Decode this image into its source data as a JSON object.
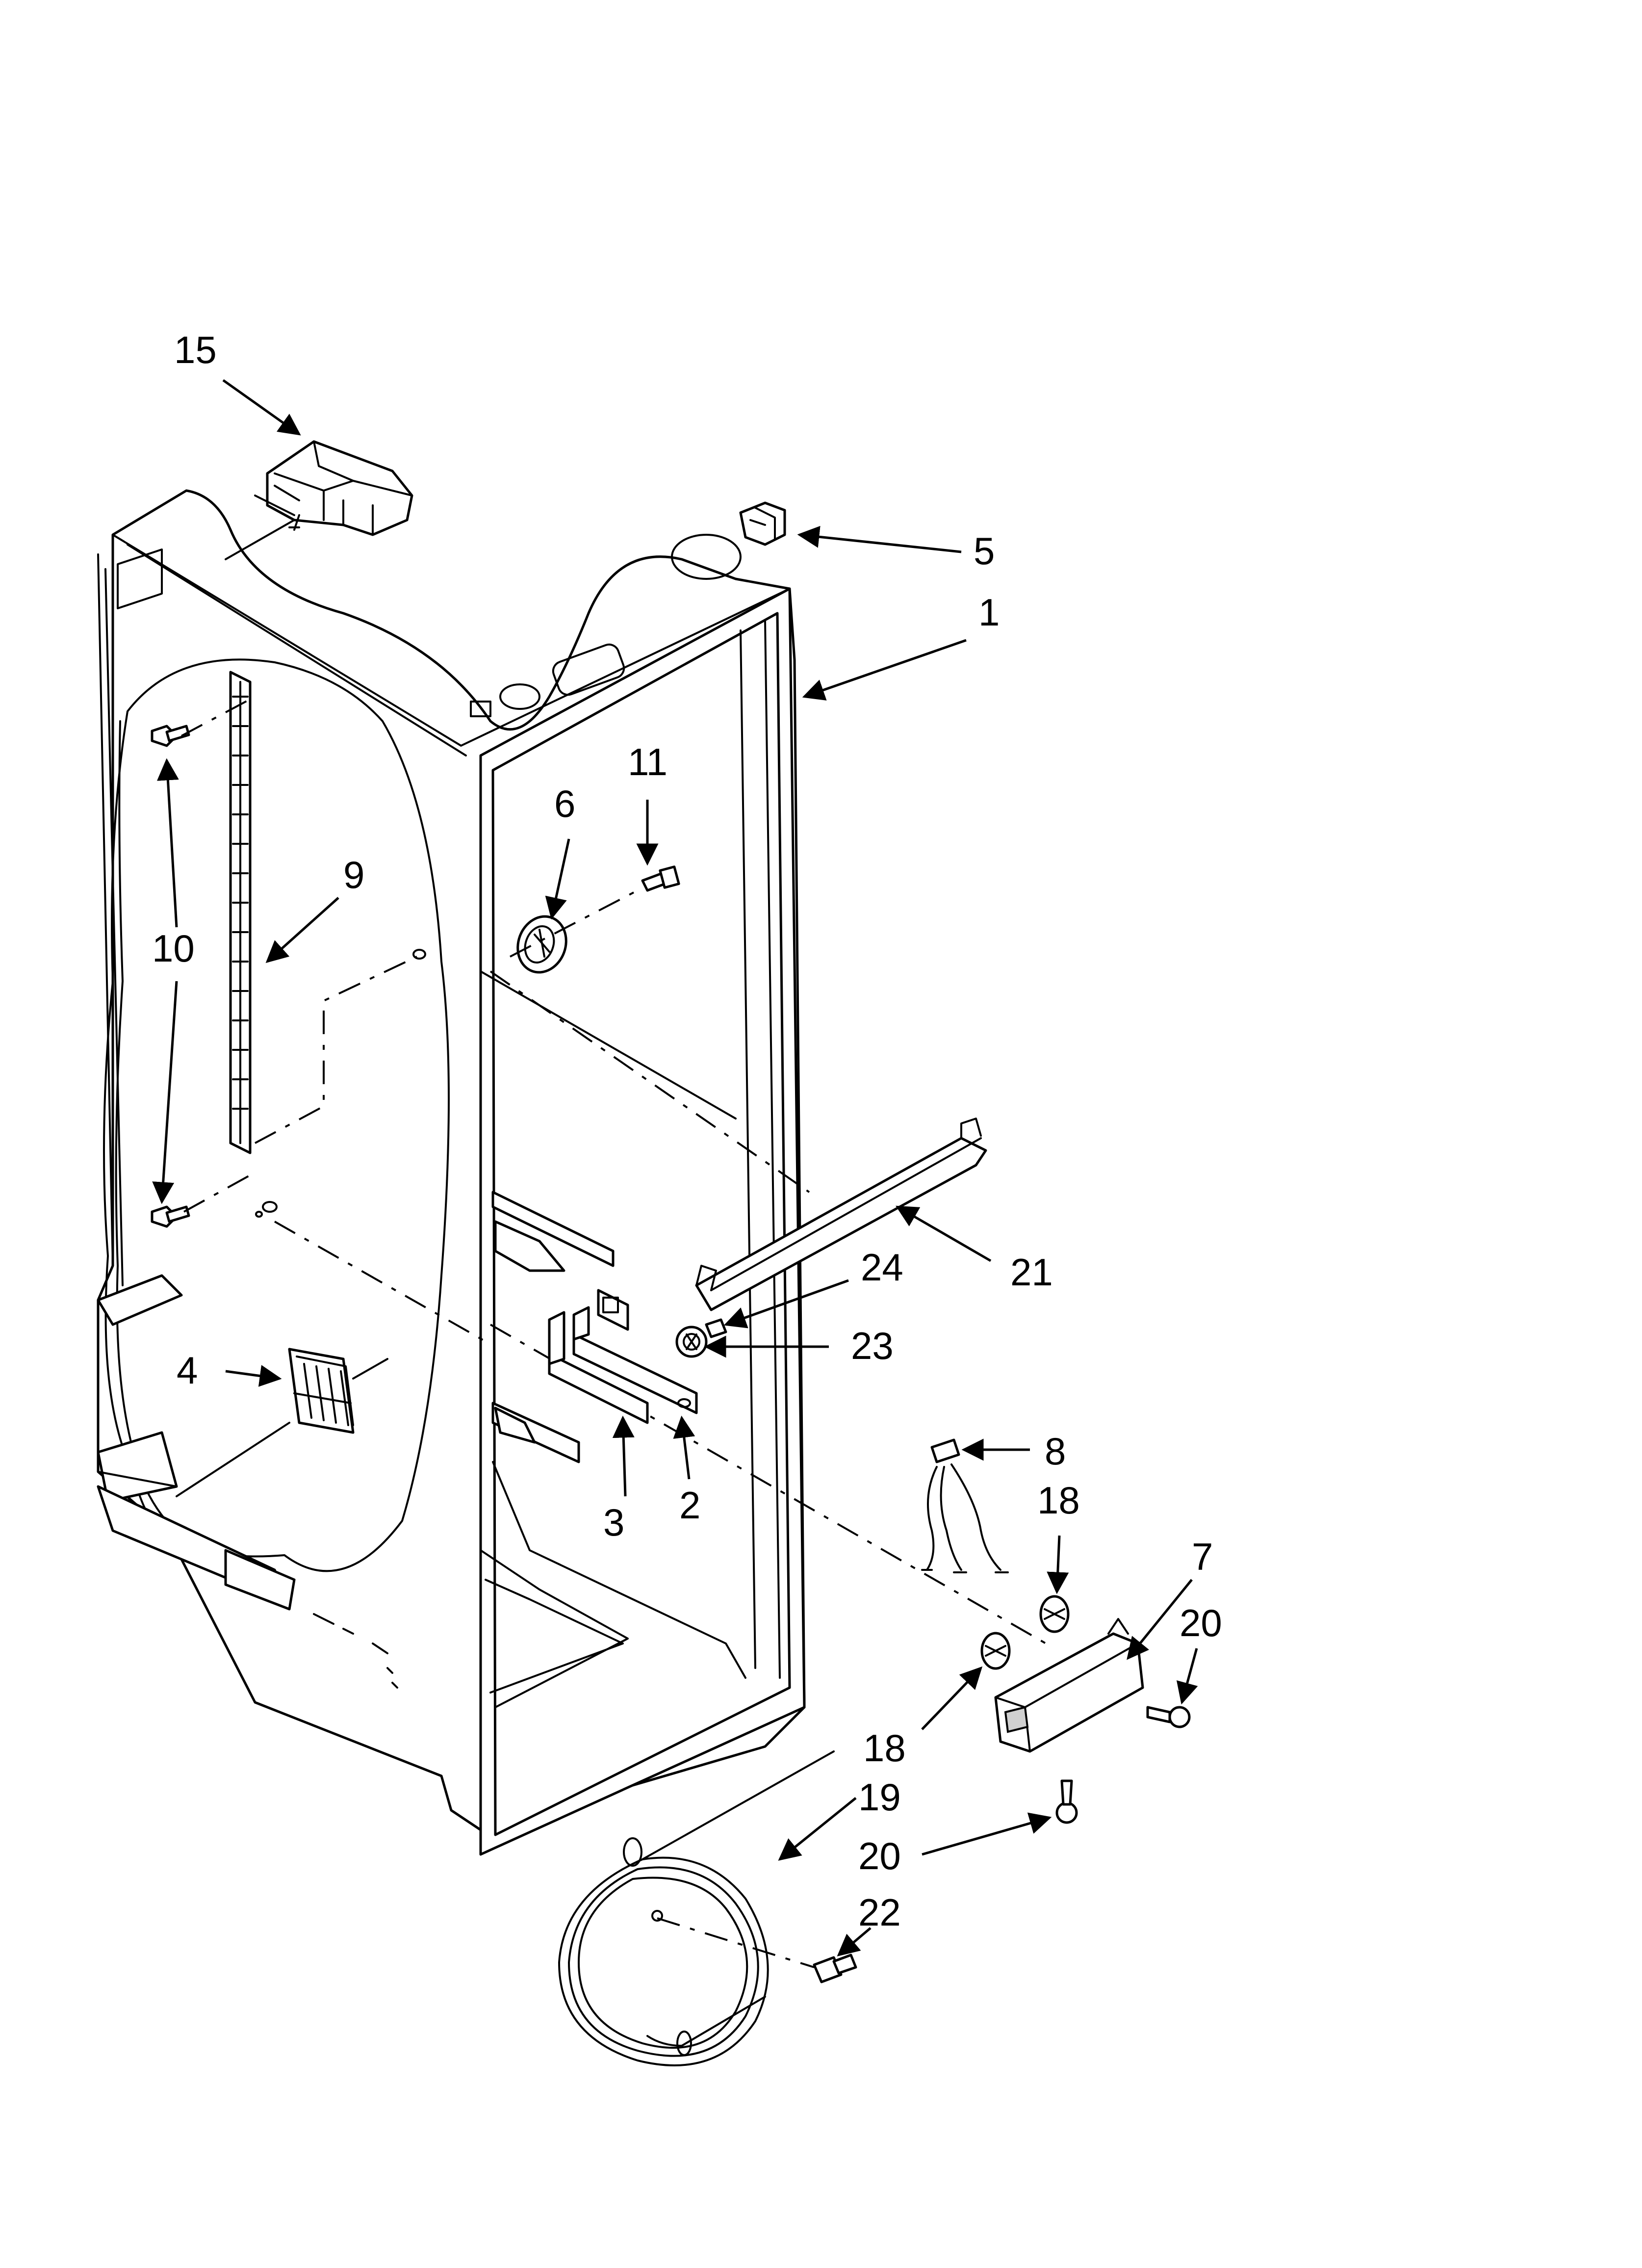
{
  "callouts": [
    {
      "id": "15",
      "text": "15"
    },
    {
      "id": "5",
      "text": "5"
    },
    {
      "id": "1",
      "text": "1"
    },
    {
      "id": "11",
      "text": "11"
    },
    {
      "id": "6",
      "text": "6"
    },
    {
      "id": "9",
      "text": "9"
    },
    {
      "id": "10",
      "text": "10"
    },
    {
      "id": "21",
      "text": "21"
    },
    {
      "id": "24",
      "text": "24"
    },
    {
      "id": "23",
      "text": "23"
    },
    {
      "id": "4",
      "text": "4"
    },
    {
      "id": "8",
      "text": "8"
    },
    {
      "id": "18a",
      "text": "18"
    },
    {
      "id": "3",
      "text": "3"
    },
    {
      "id": "2",
      "text": "2"
    },
    {
      "id": "7",
      "text": "7"
    },
    {
      "id": "20a",
      "text": "20"
    },
    {
      "id": "18b",
      "text": "18"
    },
    {
      "id": "19",
      "text": "19"
    },
    {
      "id": "20b",
      "text": "20"
    },
    {
      "id": "22",
      "text": "22"
    }
  ]
}
